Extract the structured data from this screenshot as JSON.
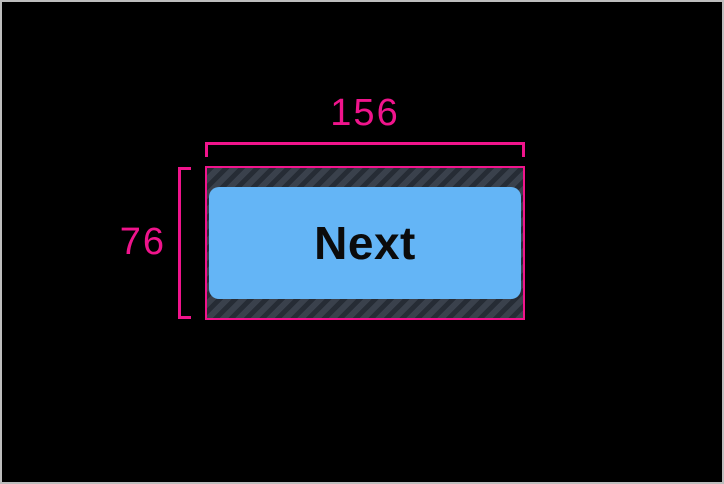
{
  "diagram": {
    "description": "Button touch-target size annotation",
    "annotation": {
      "width_label": "156",
      "height_label": "76"
    },
    "button": {
      "label": "Next"
    }
  },
  "colors": {
    "canvas_bg": "#000000",
    "frame_border": "#bdbdbd",
    "annotation": "#F0148C",
    "button_fill": "#64B5F6",
    "button_text": "#0b0b0b",
    "hatch_bg": "#3A414C",
    "hatch_stripe": "#262C35"
  }
}
